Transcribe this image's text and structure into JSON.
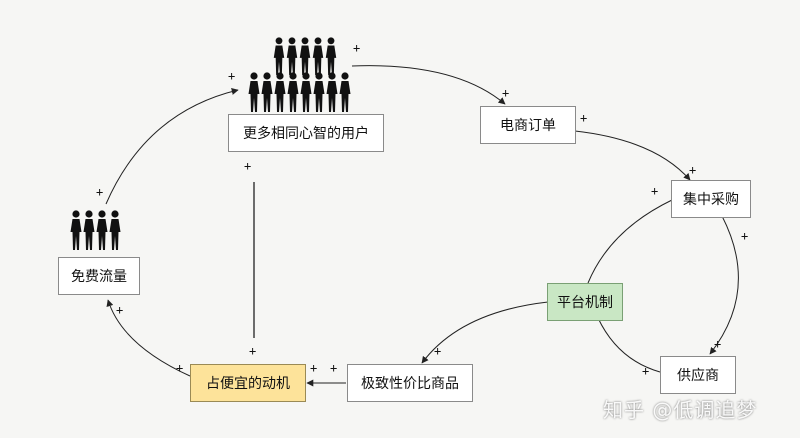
{
  "nodes": {
    "users": "更多相同心智的用户",
    "ecommerce_order": "电商订单",
    "central_purchase": "集中采购",
    "platform": "平台机制",
    "supplier": "供应商",
    "value_goods": "极致性价比商品",
    "cheap_motive": "占便宜的动机",
    "free_traffic": "免费流量"
  },
  "plus_sign": "+",
  "watermark": "知乎 @低调追梦",
  "colors": {
    "highlight_yellow": "#fde39a",
    "highlight_green": "#c9e7c4",
    "line": "#222222",
    "figure": "#111111"
  }
}
